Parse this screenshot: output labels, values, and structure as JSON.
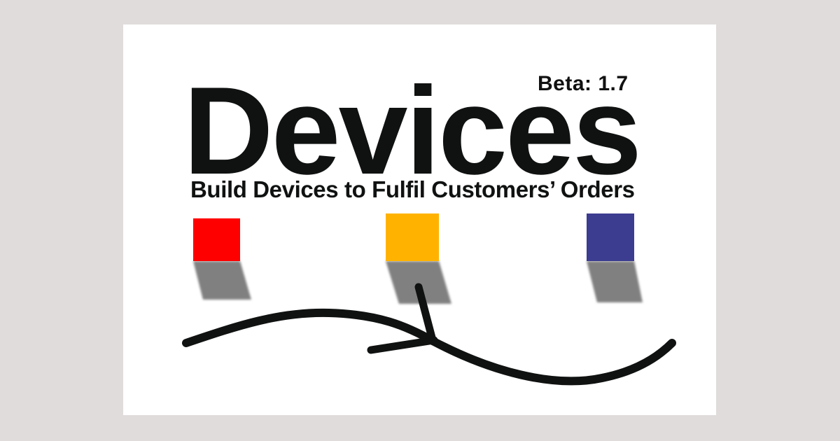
{
  "logo": {
    "title": "Devices",
    "version_label": "Beta: 1.7",
    "tagline": "Build Devices to Fulfil Customers’ Orders"
  },
  "swatches": [
    {
      "name": "red",
      "color": "#ff0000"
    },
    {
      "name": "amber",
      "color": "#ffb300"
    },
    {
      "name": "indigo",
      "color": "#3c3c90"
    }
  ],
  "colors": {
    "background": "#e0dcdb",
    "card": "#ffffff",
    "ink": "#101211",
    "shadow": "#808080"
  }
}
